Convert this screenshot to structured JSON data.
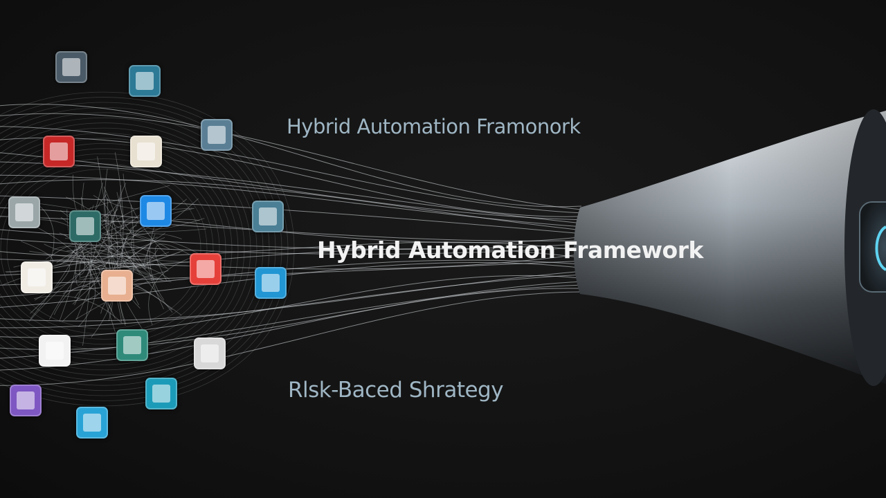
{
  "captions": {
    "top": "Hybrid Automation Framonork",
    "main": "Hybrid Automation Framework",
    "bottom": "Rlsk-Baced Shrategy"
  },
  "colors": {
    "background": "#121212",
    "caption_dim": "#9fb6c4",
    "caption_main": "#f2f2f2",
    "funnel_light": "#c9d0d6",
    "funnel_dark": "#2a2d31",
    "lens_accent": "#5fd3f0"
  },
  "app_icons": [
    {
      "name": "app-icon-1",
      "color": "#4a5a66"
    },
    {
      "name": "app-icon-2",
      "color": "#2c7a96"
    },
    {
      "name": "app-icon-3",
      "color": "#c62828"
    },
    {
      "name": "app-icon-4",
      "color": "#e8e0d0"
    },
    {
      "name": "app-icon-5",
      "color": "#5a7f95"
    },
    {
      "name": "app-icon-6",
      "color": "#9aa6a8"
    },
    {
      "name": "app-icon-7",
      "color": "#1e88e5"
    },
    {
      "name": "app-icon-8",
      "color": "#2e6b66"
    },
    {
      "name": "app-icon-9",
      "color": "#4a7f95"
    },
    {
      "name": "app-icon-10",
      "color": "#f0ece4"
    },
    {
      "name": "app-icon-11",
      "color": "#e6403a"
    },
    {
      "name": "app-icon-12",
      "color": "#e8b090"
    },
    {
      "name": "app-icon-13",
      "color": "#2196d3"
    },
    {
      "name": "app-icon-14",
      "color": "#f2f2f2"
    },
    {
      "name": "app-icon-15",
      "color": "#2f8a7a"
    },
    {
      "name": "app-icon-16",
      "color": "#d8d8d8"
    },
    {
      "name": "app-icon-17",
      "color": "#1c9bb8"
    },
    {
      "name": "app-icon-18",
      "color": "#7e57c2"
    },
    {
      "name": "app-icon-19",
      "color": "#29a3d6"
    }
  ]
}
